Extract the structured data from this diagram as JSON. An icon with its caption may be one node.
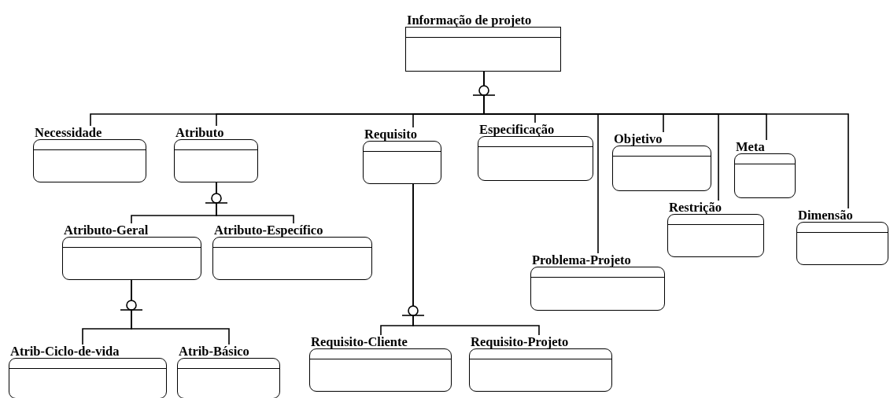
{
  "diagram": {
    "nodes": [
      {
        "text": [
          "Informação de projeto"
        ]
      },
      {
        "text": [
          "Necessidade"
        ]
      },
      {
        "text": [
          "Atributo"
        ]
      },
      {
        "text": [
          "Requisito"
        ]
      },
      {
        "text": [
          "Especificação"
        ]
      },
      {
        "text": [
          "Objetivo"
        ]
      },
      {
        "text": [
          "Meta"
        ]
      },
      {
        "text": [
          "Restrição"
        ]
      },
      {
        "text": [
          "Dimensão"
        ]
      },
      {
        "text": [
          "Problema-Projeto"
        ]
      },
      {
        "text": [
          "Atributo-Geral"
        ]
      },
      {
        "text": [
          "Atributo-Específico"
        ]
      },
      {
        "text": [
          "Atrib-Ciclo-de-vida"
        ]
      },
      {
        "text": [
          "Atrib-Básico"
        ]
      },
      {
        "text": [
          "Requisito-Cliente"
        ]
      },
      {
        "text": [
          "Requisito-Projeto"
        ]
      }
    ],
    "edges": [
      {
        "from": 0,
        "to": 1,
        "arrow": "none"
      },
      {
        "from": 0,
        "to": 2,
        "arrow": "none"
      },
      {
        "from": 0,
        "to": 3,
        "arrow": "none"
      },
      {
        "from": 0,
        "to": 4,
        "arrow": "none"
      },
      {
        "from": 0,
        "to": 5,
        "arrow": "none"
      },
      {
        "from": 0,
        "to": 6,
        "arrow": "none"
      },
      {
        "from": 0,
        "to": 7,
        "arrow": "none"
      },
      {
        "from": 0,
        "to": 8,
        "arrow": "none"
      },
      {
        "from": 0,
        "to": 9,
        "arrow": "none"
      },
      {
        "from": 2,
        "to": 10,
        "arrow": "none"
      },
      {
        "from": 2,
        "to": 11,
        "arrow": "none"
      },
      {
        "from": 10,
        "to": 12,
        "arrow": "none"
      },
      {
        "from": 10,
        "to": 13,
        "arrow": "none"
      },
      {
        "from": 3,
        "to": 14,
        "arrow": "none"
      },
      {
        "from": 3,
        "to": 15,
        "arrow": "none"
      }
    ]
  }
}
